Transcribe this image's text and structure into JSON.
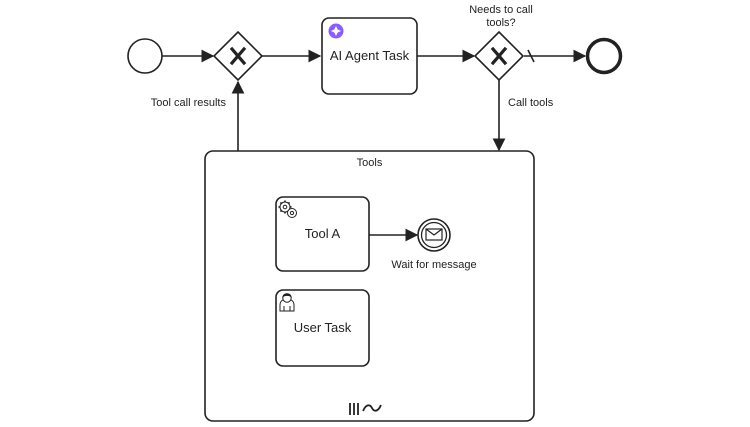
{
  "diagram": {
    "start_event": {
      "label": ""
    },
    "merge_gateway": {
      "label": "",
      "symbol": "x-icon"
    },
    "ai_agent_task": {
      "label": "AI Agent Task",
      "icon": "ai-agent-icon"
    },
    "decision_gateway": {
      "label_line1": "Needs to call",
      "label_line2": "tools?",
      "symbol": "x-icon"
    },
    "end_event": {
      "label": ""
    },
    "flows": {
      "tool_call_results": "Tool call results",
      "call_tools": "Call tools"
    },
    "tools_subprocess": {
      "label": "Tools",
      "markers": [
        "parallel-multi-instance-icon",
        "ad-hoc-icon"
      ],
      "tasks": [
        {
          "label": "Tool A",
          "icon": "service-gear-icon"
        },
        {
          "label": "User Task",
          "icon": "user-icon"
        }
      ],
      "message_event": {
        "label": "Wait for message",
        "icon": "envelope-icon"
      }
    },
    "colors": {
      "stroke": "#222222",
      "ai_icon": "#8b5cf6",
      "background": "#ffffff"
    }
  }
}
